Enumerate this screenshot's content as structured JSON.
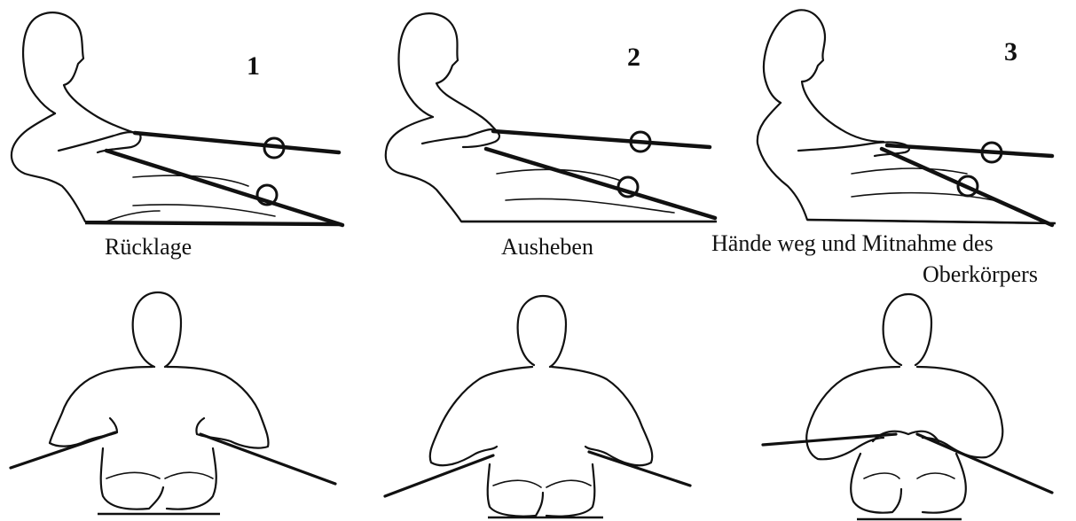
{
  "steps": [
    {
      "number": "1",
      "caption": "Rücklage"
    },
    {
      "number": "2",
      "caption": "Ausheben"
    },
    {
      "number": "3",
      "caption_line1": "Hände weg und Mitnahme des",
      "caption_line2": "Oberkörpers"
    }
  ]
}
